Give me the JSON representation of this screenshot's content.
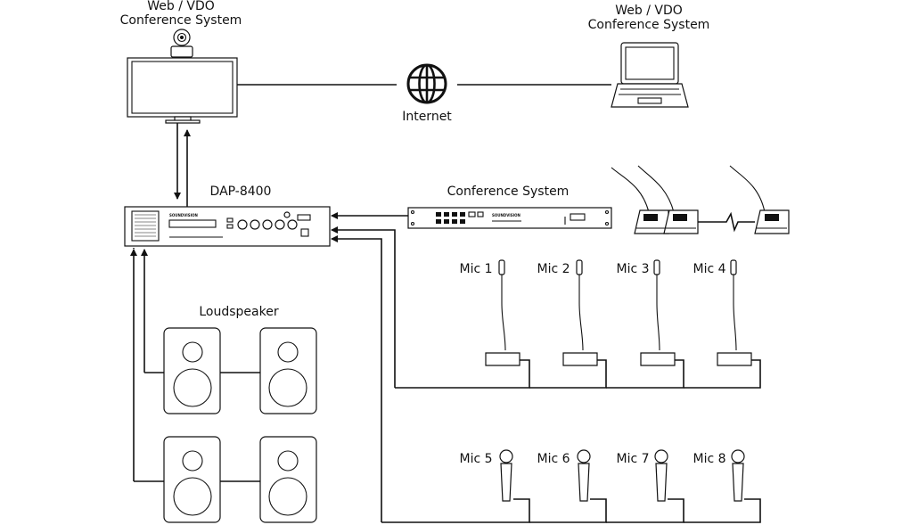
{
  "labels": {
    "web_left": [
      "Web / VDO",
      "Conference System"
    ],
    "web_right": [
      "Web / VDO",
      "Conference System"
    ],
    "internet": "Internet",
    "dap": "DAP-8400",
    "conference": "Conference System",
    "loudspeaker": "Loudspeaker",
    "brand": "SOUNDVISION",
    "mics": [
      "Mic 1",
      "Mic 2",
      "Mic 3",
      "Mic 4",
      "Mic 5",
      "Mic 6",
      "Mic 7",
      "Mic 8"
    ]
  },
  "icons": {
    "globe": "globe-icon",
    "camera": "camera-icon",
    "monitor": "monitor-icon",
    "laptop": "laptop-icon",
    "speaker": "speaker-icon",
    "gooseneck_mic": "gooseneck-mic-icon",
    "handheld_mic": "handheld-mic-icon"
  }
}
